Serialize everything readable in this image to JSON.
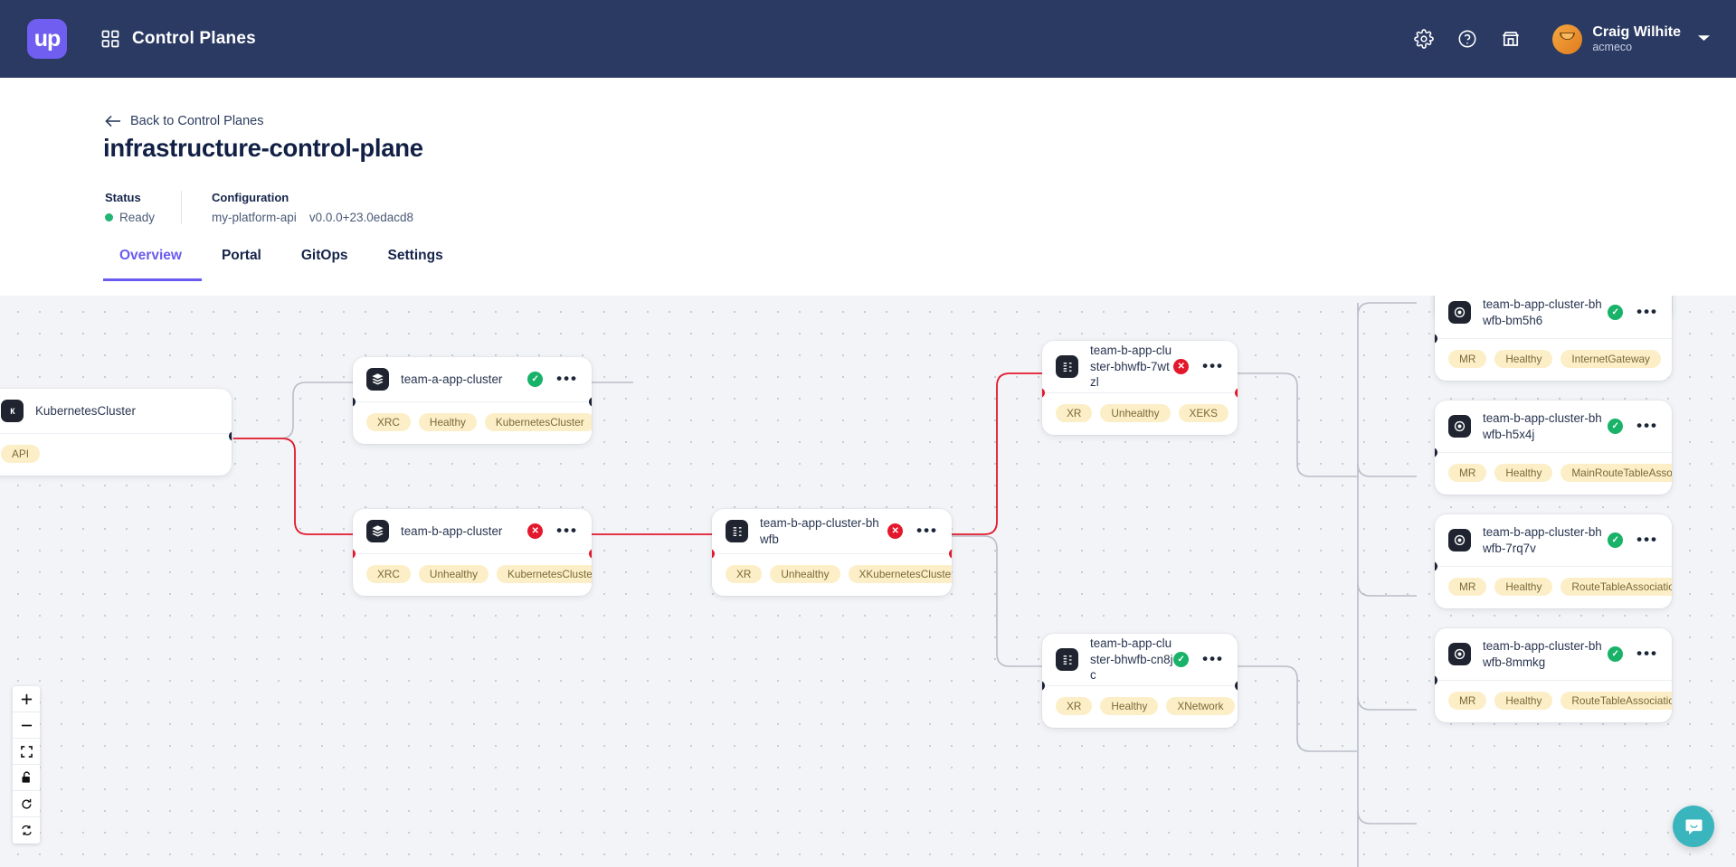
{
  "topbar": {
    "logo_text": "up",
    "grid_icon": "grid-icon",
    "title": "Control Planes",
    "icons": [
      "gear-icon",
      "help-circle-icon",
      "marketplace-icon"
    ],
    "user": {
      "name": "Craig Wilhite",
      "org": "acmeco"
    }
  },
  "header": {
    "back_label": "Back to Control Planes",
    "title": "infrastructure-control-plane",
    "status_label": "Status",
    "status_value": "Ready",
    "status_color": "#22b473",
    "config_label": "Configuration",
    "config_name": "my-platform-api",
    "config_version": "v0.0.0+23.0edacd8"
  },
  "tabs": [
    {
      "label": "Overview",
      "active": true
    },
    {
      "label": "Portal",
      "active": false
    },
    {
      "label": "GitOps",
      "active": false
    },
    {
      "label": "Settings",
      "active": false
    }
  ],
  "canvas": {
    "accent_error": "#e3182c",
    "accent_ok": "#18b268",
    "tag_bg": "#fcefc7",
    "nodes": [
      {
        "id": "kubernetescluster",
        "icon": "kubernetes-icon",
        "name": "KubernetesCluster",
        "status": "none",
        "tags": [
          "API"
        ],
        "has_menu": false
      },
      {
        "id": "team-a-app-cluster",
        "icon": "stack-icon",
        "name": "team-a-app-cluster",
        "status": "ok",
        "tags": [
          "XRC",
          "Healthy",
          "KubernetesCluster"
        ],
        "has_menu": true
      },
      {
        "id": "team-b-app-cluster",
        "icon": "stack-icon",
        "name": "team-b-app-cluster",
        "status": "err",
        "tags": [
          "XRC",
          "Unhealthy",
          "KubernetesCluster"
        ],
        "has_menu": true
      },
      {
        "id": "team-b-app-cluster-bhwfb",
        "icon": "composite-icon",
        "name": "team-b-app-cluster-bhwfb",
        "status": "err",
        "tags": [
          "XR",
          "Unhealthy",
          "XKubernetesCluster"
        ],
        "has_menu": true
      },
      {
        "id": "team-b-app-cluster-bhwfb-7wtzl",
        "icon": "composite-icon",
        "name": "team-b-app-cluster-bhwfb-7wtzl",
        "status": "err",
        "tags": [
          "XR",
          "Unhealthy",
          "XEKS"
        ],
        "has_menu": true
      },
      {
        "id": "team-b-app-cluster-bhwfb-cn8jc",
        "icon": "composite-icon",
        "name": "team-b-app-cluster-bhwfb-cn8jc",
        "status": "ok",
        "tags": [
          "XR",
          "Healthy",
          "XNetwork"
        ],
        "has_menu": true
      },
      {
        "id": "team-b-app-cluster-bhwfb-bm5h6",
        "icon": "managed-resource-icon",
        "name": "team-b-app-cluster-bhwfb-bm5h6",
        "status": "ok",
        "tags": [
          "MR",
          "Healthy",
          "InternetGateway"
        ],
        "has_menu": true
      },
      {
        "id": "team-b-app-cluster-bhwfb-h5x4j",
        "icon": "managed-resource-icon",
        "name": "team-b-app-cluster-bhwfb-h5x4j",
        "status": "ok",
        "tags": [
          "MR",
          "Healthy",
          "MainRouteTableAssociation"
        ],
        "has_menu": true
      },
      {
        "id": "team-b-app-cluster-bhwfb-7rq7v",
        "icon": "managed-resource-icon",
        "name": "team-b-app-cluster-bhwfb-7rq7v",
        "status": "ok",
        "tags": [
          "MR",
          "Healthy",
          "RouteTableAssociation"
        ],
        "has_menu": true
      },
      {
        "id": "team-b-app-cluster-bhwfb-8mmkg",
        "icon": "managed-resource-icon",
        "name": "team-b-app-cluster-bhwfb-8mmkg",
        "status": "ok",
        "tags": [
          "MR",
          "Healthy",
          "RouteTableAssociation"
        ],
        "has_menu": true
      }
    ],
    "controls": [
      {
        "name": "zoom-in-button",
        "glyph": "+"
      },
      {
        "name": "zoom-out-button",
        "glyph": "−"
      },
      {
        "name": "fit-view-button",
        "glyph": "fit"
      },
      {
        "name": "lock-button",
        "glyph": "lock"
      },
      {
        "name": "reset-button",
        "glyph": "reset"
      },
      {
        "name": "sync-button",
        "glyph": "sync"
      }
    ],
    "chat_icon": "chat-bubble-icon"
  }
}
